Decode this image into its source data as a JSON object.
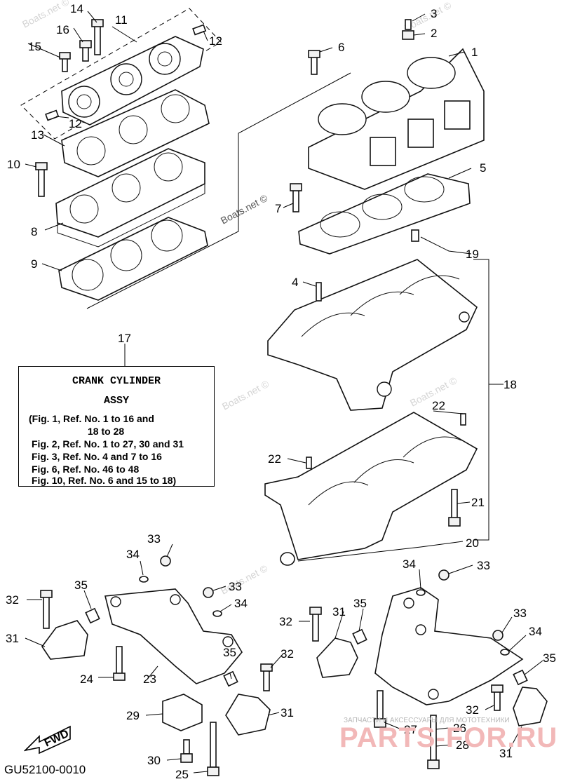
{
  "callouts": {
    "n1": "1",
    "n2": "2",
    "n3": "3",
    "n4": "4",
    "n5": "5",
    "n6": "6",
    "n7": "7",
    "n8": "8",
    "n9": "9",
    "n10": "10",
    "n11": "11",
    "n12": "12",
    "n13": "13",
    "n14": "14",
    "n15": "15",
    "n16": "16",
    "n17": "17",
    "n18": "18",
    "n19": "19",
    "n20": "20",
    "n21": "21",
    "n22": "22",
    "n23": "23",
    "n24": "24",
    "n25": "25",
    "n26": "26",
    "n27": "27",
    "n28": "28",
    "n29": "29",
    "n30": "30",
    "n31": "31",
    "n32": "32",
    "n33": "33",
    "n34": "34",
    "n35": "35"
  },
  "legend": {
    "title": "CRANK CYLINDER",
    "subtitle": "ASSY",
    "lines": [
      "(Fig. 1, Ref. No. 1 to 16 and",
      "18 to 28",
      "Fig. 2, Ref. No. 1 to 27, 30 and 31",
      "Fig. 3, Ref. No. 4 and 7 to 16",
      "Fig. 6, Ref. No. 46 to 48",
      "Fig. 10, Ref. No. 6 and 15 to 18)"
    ]
  },
  "footer": {
    "drawing_code": "GU52100-0010"
  },
  "fwd_label": "FWD",
  "watermarks": {
    "site": "Boats.net ©",
    "shop_line": "ЗАПЧАСТИ И АКСЕССУАРЫ ДЛЯ МОТОТЕХНИКИ",
    "shop_name": "PARTS-FOR.RU"
  }
}
